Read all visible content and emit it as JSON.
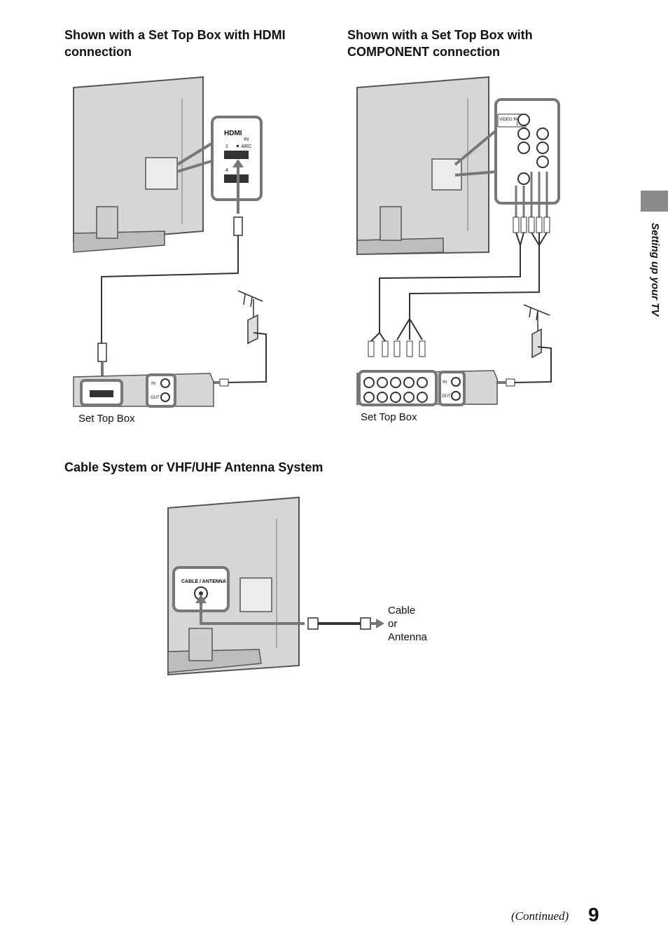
{
  "sections": {
    "hdmi": {
      "title": "Shown with a Set Top Box with HDMI connection",
      "title_line1": "Shown with a Set Top Box with HDMI",
      "title_line2": "connection",
      "device_label": "Set Top Box"
    },
    "component": {
      "title_line1": "Shown with a Set Top Box with",
      "title_line2": "COMPONENT connection",
      "device_label": "Set Top Box"
    },
    "antenna": {
      "title": "Cable System or VHF/UHF Antenna System",
      "panel_label": "CABLE / ANTENNA",
      "source_label_1": "Cable",
      "source_label_2": "or",
      "source_label_3": "Antenna"
    }
  },
  "panel_labels": {
    "hdmi_in": "IN",
    "hdmi_port_1": "1",
    "hdmi_arc": "▼ ARC",
    "hdmi_port_4": "4",
    "video_in": "VIDEO IN",
    "video_in_num": "1",
    "stb_in": "IN",
    "stb_out": "OUT"
  },
  "sidebar": {
    "tab_text": "Setting up your TV"
  },
  "footer": {
    "continued": "(Continued)",
    "page_number": "9"
  },
  "colors": {
    "tv_body": "#d6d6d6",
    "tv_edge": "#555555",
    "highlight_stroke": "#777777",
    "cable": "#333333",
    "tab": "#8a8a8a"
  }
}
